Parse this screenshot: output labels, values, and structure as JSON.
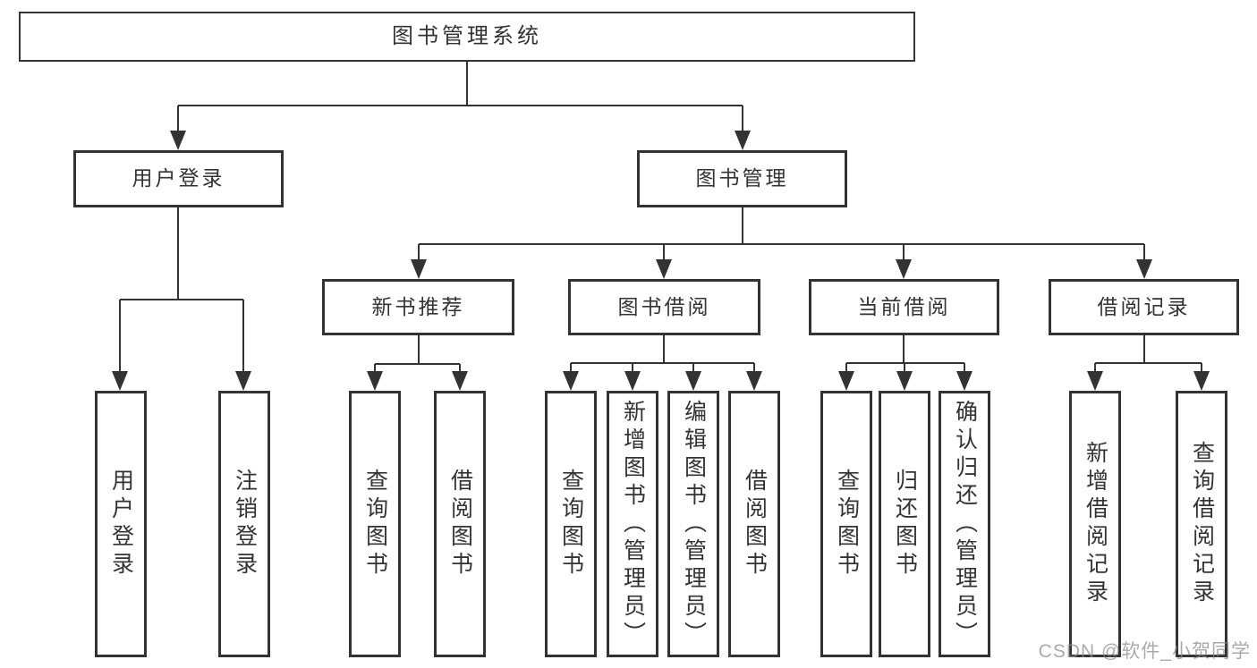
{
  "diagram": {
    "root": {
      "label": "图书管理系统"
    },
    "level2": [
      {
        "label": "用户登录"
      },
      {
        "label": "图书管理"
      }
    ],
    "level3": [
      {
        "label": "新书推荐"
      },
      {
        "label": "图书借阅"
      },
      {
        "label": "当前借阅"
      },
      {
        "label": "借阅记录"
      }
    ],
    "leaves": [
      {
        "label": "用户登录"
      },
      {
        "label": "注销登录"
      },
      {
        "label": "查询图书"
      },
      {
        "label": "借阅图书"
      },
      {
        "label": "查询图书"
      },
      {
        "label": "新增图书（管理员）"
      },
      {
        "label": "编辑图书（管理员）"
      },
      {
        "label": "借阅图书"
      },
      {
        "label": "查询图书"
      },
      {
        "label": "归还图书"
      },
      {
        "label": "确认归还（管理员）"
      },
      {
        "label": "新增借阅记录"
      },
      {
        "label": "查询借阅记录"
      }
    ]
  },
  "watermark": {
    "text": "CSDN @软件_小贺同学"
  },
  "colors": {
    "line": "#333333",
    "text": "#333333",
    "box_background": "#ffffff",
    "watermark": "#898989"
  }
}
